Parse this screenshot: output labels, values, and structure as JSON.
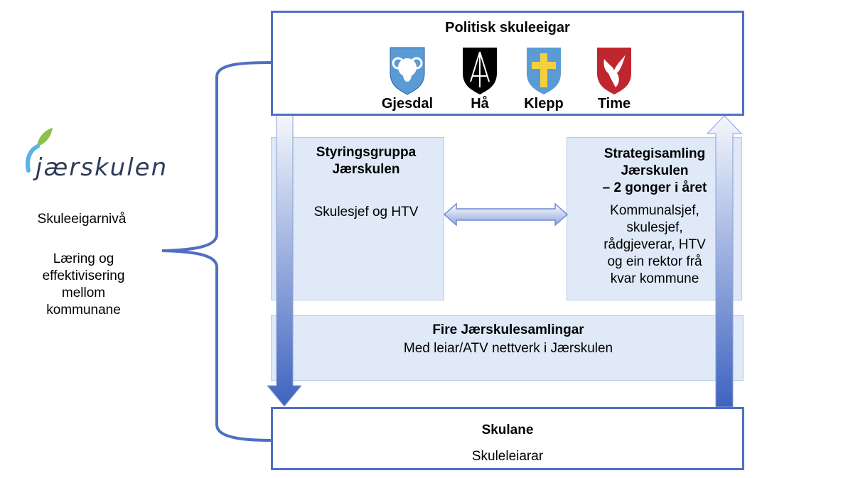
{
  "logo": {
    "text": "jærskulen"
  },
  "left_panel": {
    "level": "Skuleeigarnivå",
    "description": "Læring og effektivisering mellom kommunane"
  },
  "owner_box": {
    "title": "Politisk skuleeigar",
    "municipalities": [
      {
        "name": "Gjesdal",
        "color": "#5b9bd5"
      },
      {
        "name": "Hå",
        "color": "#000000"
      },
      {
        "name": "Klepp",
        "color": "#5b9bd5"
      },
      {
        "name": "Time",
        "color": "#c0262d"
      }
    ]
  },
  "steering_group": {
    "title_line1": "Styringsgruppa",
    "title_line2": "Jærskulen",
    "members": "Skulesjef og HTV"
  },
  "strategy_meeting": {
    "title_line1": "Strategisamling",
    "title_line2": "Jærskulen",
    "title_line3": "– 2 gonger i året",
    "members_lines": [
      "Kommunalsjef,",
      "skulesjef,",
      "rådgjeverar, HTV",
      "og ein rektor frå",
      "kvar kommune"
    ]
  },
  "gatherings": {
    "title": "Fire Jærskulesamlingar",
    "subtitle": "Med leiar/ATV nettverk i Jærskulen"
  },
  "schools_box": {
    "title": "Skulane",
    "subtitle": "Skuleleiarar"
  }
}
